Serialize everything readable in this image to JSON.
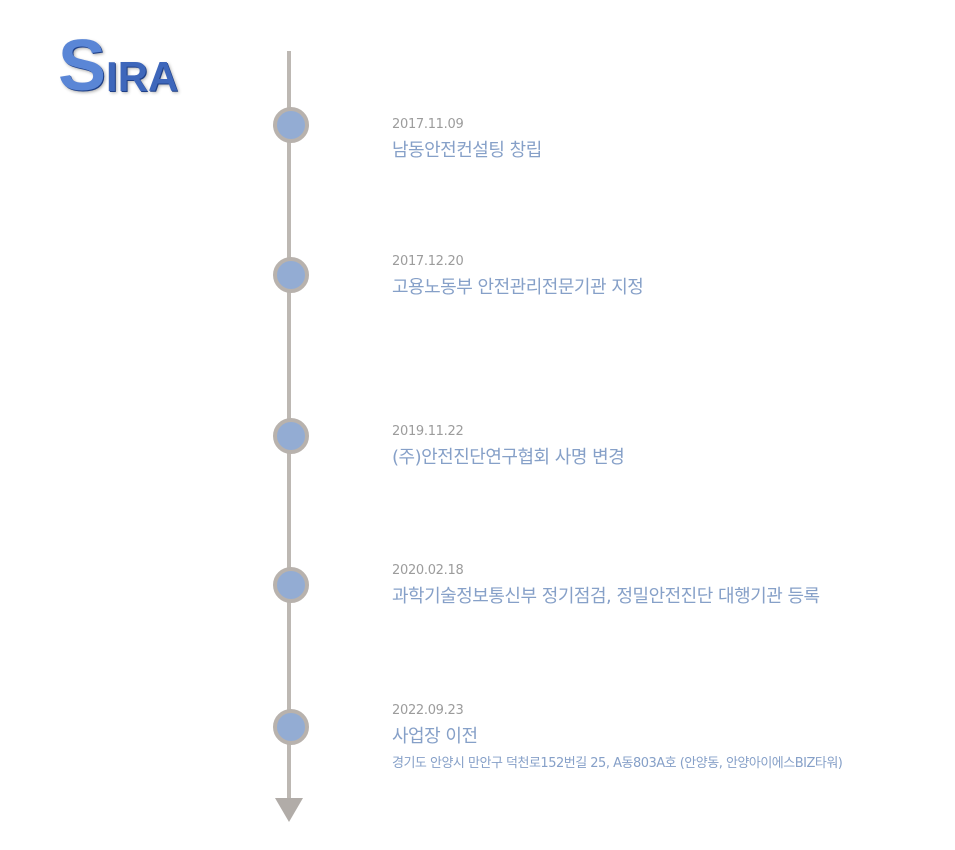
{
  "logo": {
    "first_letter": "S",
    "rest": "IRA"
  },
  "timeline": [
    {
      "date": "2017.11.09",
      "title": "남동안전컨설팅 창립"
    },
    {
      "date": "2017.12.20",
      "title": "고용노동부 안전관리전문기관 지정"
    },
    {
      "date": "2019.11.22",
      "title": "(주)안전진단연구협회 사명 변경"
    },
    {
      "date": "2020.02.18",
      "title": "과학기술정보통신부 정기점검, 정밀안전진단 대행기관 등록"
    },
    {
      "date": "2022.09.23",
      "title": "사업장 이전",
      "address": "경기도 안양시 만안구 덕천로152번길 25, A동803A호 (안양동, 안양아이에스BIZ타워)"
    }
  ],
  "colors": {
    "accent": "#86a0c8",
    "dot_fill": "#93acd3",
    "line": "#bdb8b3",
    "date": "#9c9c9c"
  }
}
